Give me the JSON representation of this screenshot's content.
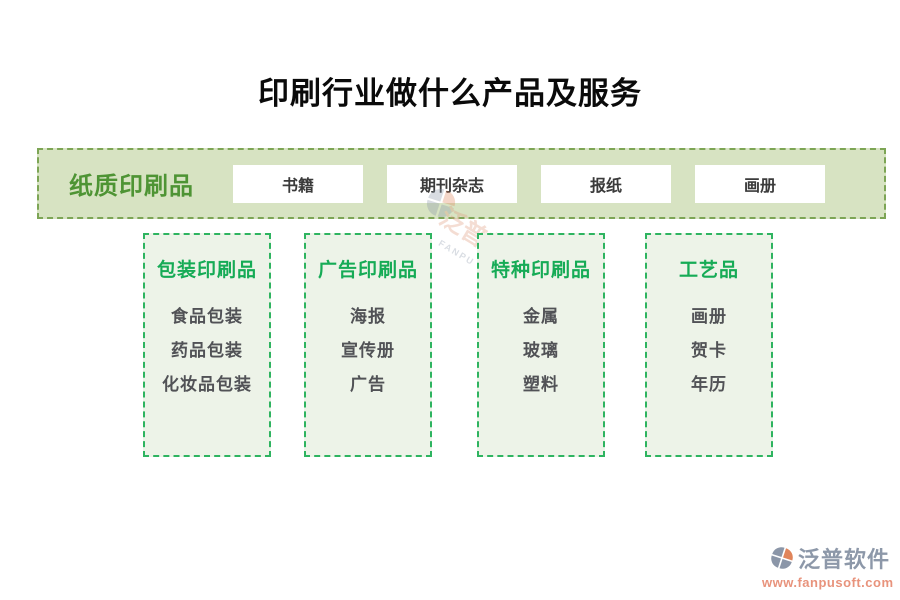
{
  "title": "印刷行业做什么产品及服务",
  "band": {
    "label": "纸质印刷品",
    "buttons": [
      "书籍",
      "期刊杂志",
      "报纸",
      "画册"
    ]
  },
  "categories": [
    {
      "title": "包装印刷品",
      "items": [
        "食品包装",
        "药品包装",
        "化妆品包装"
      ]
    },
    {
      "title": "广告印刷品",
      "items": [
        "海报",
        "宣传册",
        "广告"
      ]
    },
    {
      "title": "特种印刷品",
      "items": [
        "金属",
        "玻璃",
        "塑料"
      ]
    },
    {
      "title": "工艺品",
      "items": [
        "画册",
        "贺卡",
        "年历"
      ]
    }
  ],
  "watermark": {
    "brand": "泛普软件",
    "subtext": "FANPU SOFTWARE"
  },
  "footer": {
    "brand": "泛普软件",
    "url": "www.fanpusoft.com"
  },
  "icons": {
    "brand_logo": "fanpu-pinwheel-logo",
    "watermark_logo": "fanpu-pinwheel-logo"
  },
  "colors": {
    "band-bg": "#d7e3c2",
    "band-border": "#7da555",
    "band-label": "#4e9434",
    "box-bg": "#edf3e8",
    "box-border": "#2eb460",
    "box-title": "#16ab56",
    "item-text": "#515256",
    "btn-text": "#3b3b3b",
    "title-text": "#0a0a0a",
    "brand-text": "#8d98a9",
    "brand-url": "#e8937c",
    "logo-orange": "#e0845a"
  }
}
